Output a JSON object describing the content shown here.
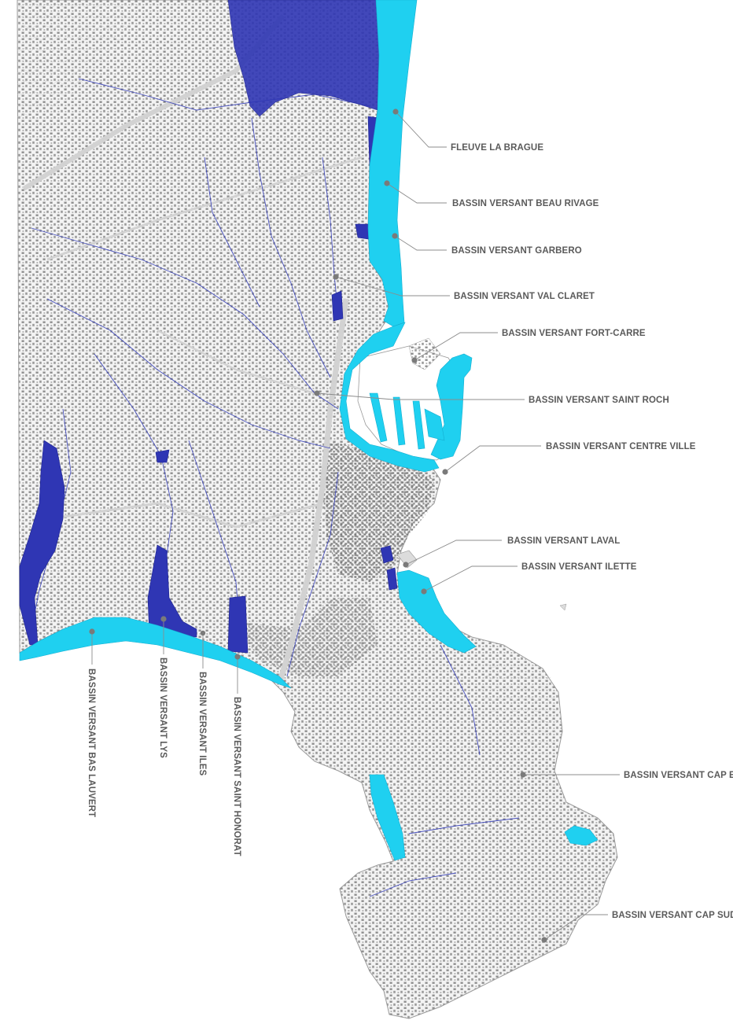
{
  "map": {
    "colors": {
      "background": "#ffffff",
      "land": "#f4f4f4",
      "coastline": "#9a9a9a",
      "buildings": "#8a8a8a",
      "streams": "#2b35b8",
      "basin_dark": "#2f36b4",
      "basin_cyan": "#1fd0f0",
      "label_text": "#5a5a5a",
      "leader_line": "#8c8c8c"
    },
    "labels": [
      {
        "id": "fleuve-la-brague",
        "text": "FLEUVE LA BRAGUE"
      },
      {
        "id": "bv-beau-rivage",
        "text": "BASSIN VERSANT BEAU RIVAGE"
      },
      {
        "id": "bv-garbero",
        "text": "BASSIN VERSANT GARBERO"
      },
      {
        "id": "bv-val-claret",
        "text": "BASSIN VERSANT VAL CLARET"
      },
      {
        "id": "bv-fort-carre",
        "text": "BASSIN VERSANT FORT-CARRE"
      },
      {
        "id": "bv-saint-roch",
        "text": "BASSIN VERSANT SAINT ROCH"
      },
      {
        "id": "bv-centre-ville",
        "text": "BASSIN VERSANT CENTRE VILLE"
      },
      {
        "id": "bv-laval",
        "text": "BASSIN VERSANT LAVAL"
      },
      {
        "id": "bv-ilette",
        "text": "BASSIN VERSANT ILETTE"
      },
      {
        "id": "bv-cap-est",
        "text": "BASSIN VERSANT CAP EST"
      },
      {
        "id": "bv-cap-sud",
        "text": "BASSIN VERSANT CAP SUD"
      },
      {
        "id": "bv-bas-lauvert",
        "text": "BASSIN VERSANT BAS LAUVERT"
      },
      {
        "id": "bv-lys",
        "text": "BASSIN VERSANT LYS"
      },
      {
        "id": "bv-iles",
        "text": "BASSIN VERSANT ILES"
      },
      {
        "id": "bv-saint-honorat",
        "text": "BASSIN VERSANT  SAINT HONORAT"
      }
    ]
  }
}
